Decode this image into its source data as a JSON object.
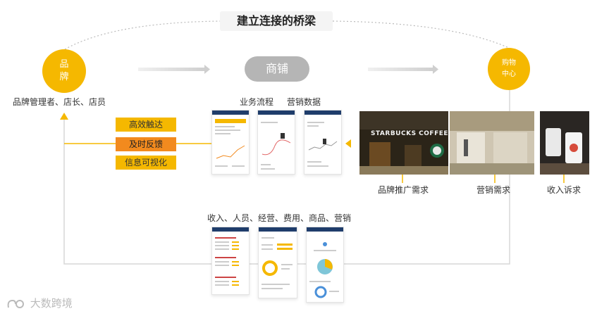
{
  "title": "建立连接的桥梁",
  "brand_circle": {
    "line1": "品",
    "line2": "牌"
  },
  "mall_circle": {
    "line1": "购物",
    "line2": "中心"
  },
  "store_pill": "商铺",
  "brand_roles": "品牌管理者、店长、店员",
  "top_labels": {
    "business": "业务流程",
    "marketing": "营销数据"
  },
  "tags": [
    "高效触达",
    "及时反馈",
    "信息可视化"
  ],
  "photo_labels": [
    "品牌推广需求",
    "营销需求",
    "收入诉求"
  ],
  "storefront_sign": "STARBUCKS COFFEE",
  "bottom_label": "收入、人员、经营、费用、商品、营销",
  "watermark": "大数跨境",
  "colors": {
    "accent": "#f5b800",
    "orange": "#f28a1e",
    "pill": "#b5b5b5",
    "phone_header": "#1f3d6b"
  }
}
